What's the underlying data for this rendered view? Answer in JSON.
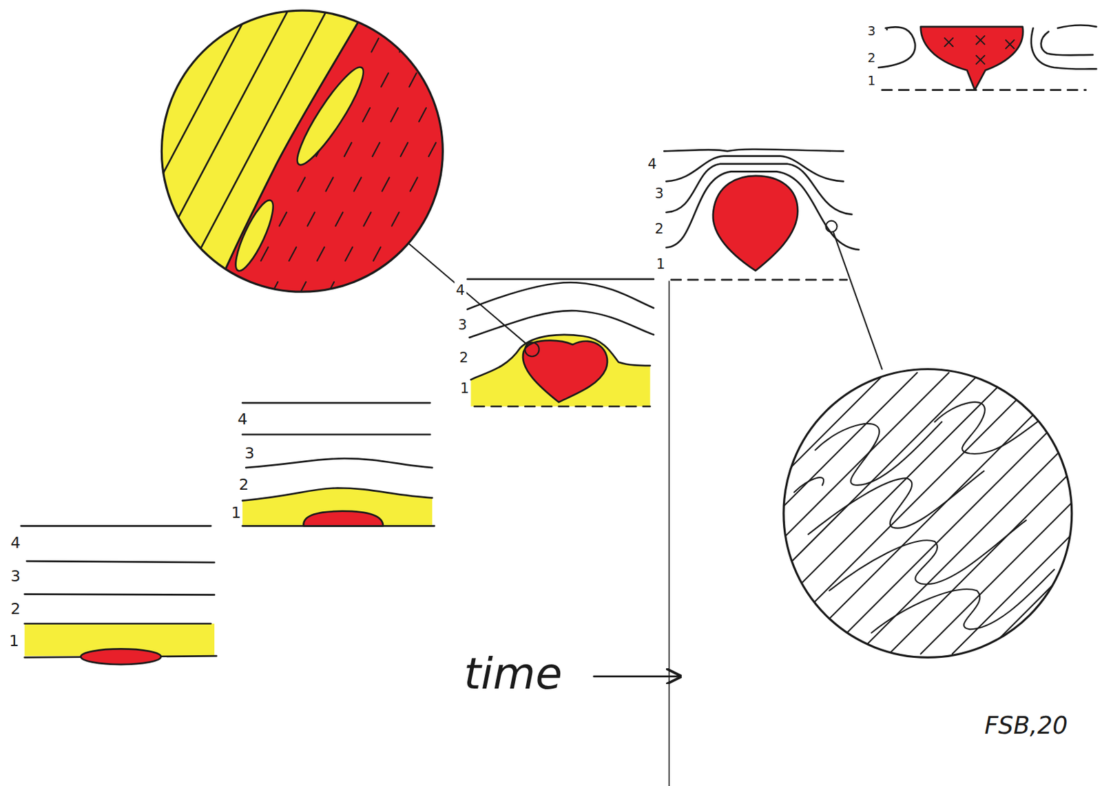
{
  "diagram": {
    "labels": [
      "4",
      "3",
      "2",
      "1",
      "4",
      "3",
      "2",
      "1",
      "4",
      "3",
      "2",
      "1",
      "4",
      "3",
      "2",
      "1",
      "3",
      "2",
      "1",
      "time",
      "FSB,20"
    ]
  }
}
